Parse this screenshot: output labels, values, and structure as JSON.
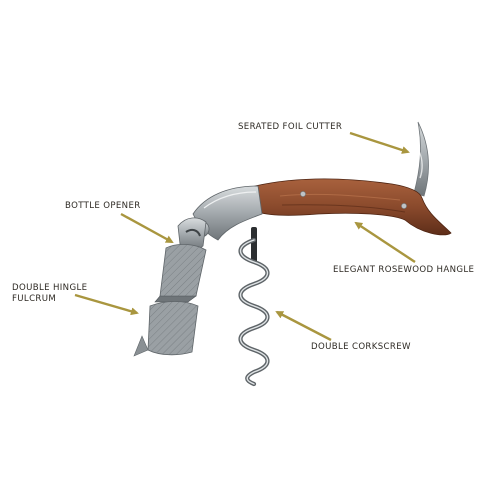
{
  "callouts": {
    "foil_cutter": "SERATED FOIL CUTTER",
    "bottle_opener": "BOTTLE OPENER",
    "hinge_line1": "DOUBLE HINGLE",
    "hinge_line2": "FULCRUM",
    "handle": "ELEGANT ROSEWOOD HANGLE",
    "corkscrew": "DOUBLE CORKSCREW"
  },
  "colors": {
    "background": "#ffffff",
    "arrow": "#a9963f",
    "label_text": "#2e2a24",
    "steel": "#9ea4a8",
    "rosewood": "#8a4a2c"
  }
}
